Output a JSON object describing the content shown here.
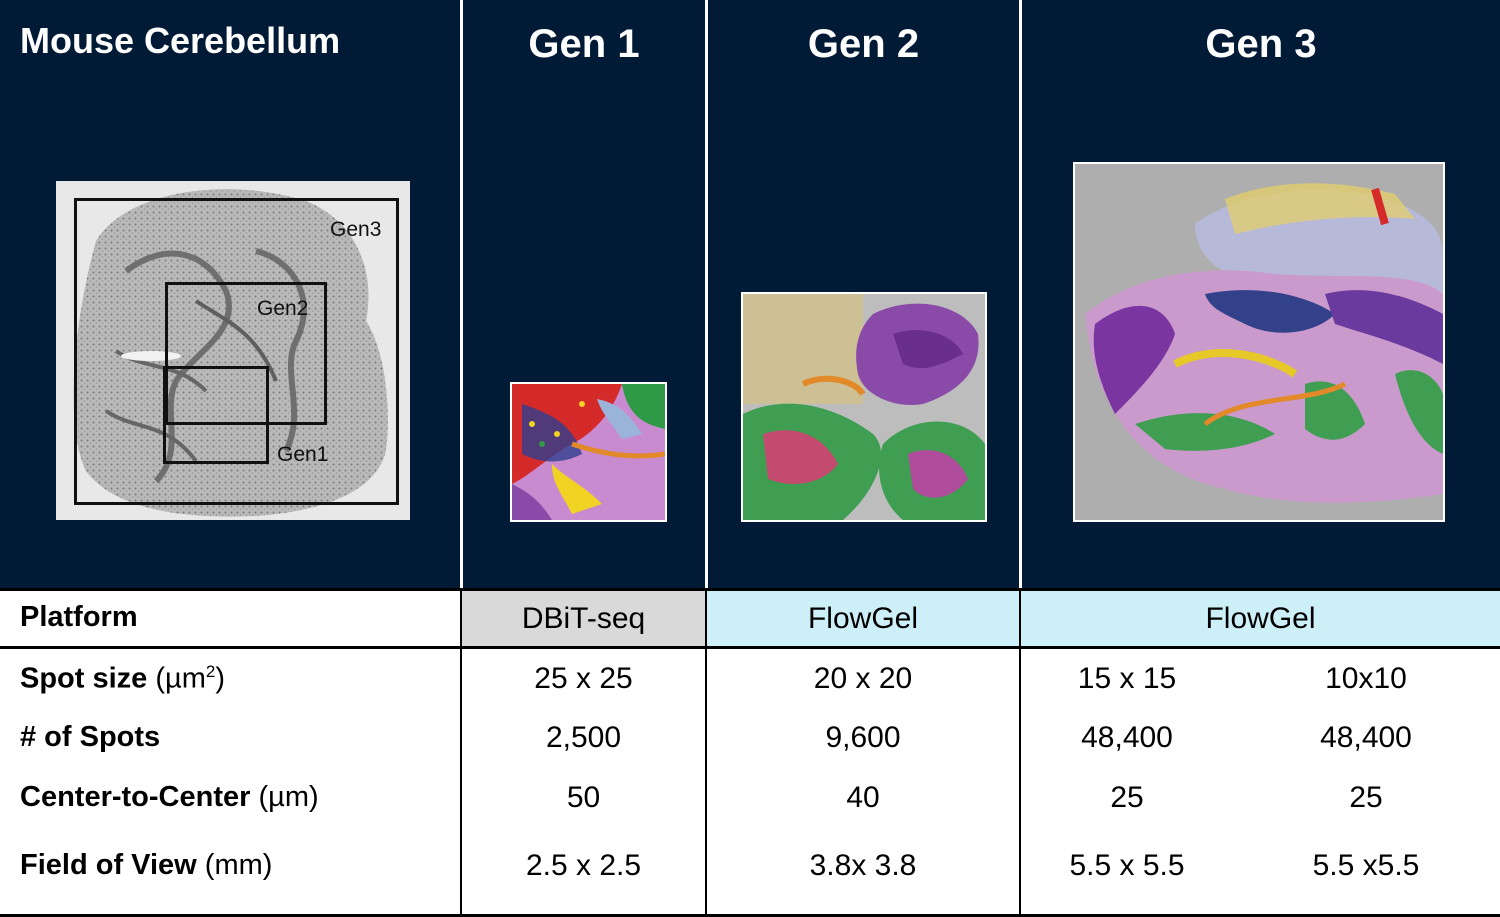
{
  "header": {
    "title": "Mouse Cerebellum",
    "gen1": "Gen 1",
    "gen2": "Gen 2",
    "gen3": "Gen 3"
  },
  "overview_boxes": {
    "gen3": "Gen3",
    "gen2": "Gen2",
    "gen1": "Gen1"
  },
  "platform": {
    "label": "Platform",
    "gen1": "DBiT-seq",
    "gen2": "FlowGel",
    "gen3": "FlowGel"
  },
  "rows": {
    "spot_size": {
      "label_bold": "Spot size",
      "label_unit": "(µm",
      "label_sup": "2",
      "label_close": ")",
      "gen1": "25 x 25",
      "gen2": "20 x 20",
      "gen3a": "15 x 15",
      "gen3b": "10x10"
    },
    "num_spots": {
      "label_bold": "# of Spots",
      "gen1": "2,500",
      "gen2": "9,600",
      "gen3a": "48,400",
      "gen3b": "48,400"
    },
    "center": {
      "label_bold": "Center-to-Center",
      "label_unit": "(µm)",
      "gen1": "50",
      "gen2": "40",
      "gen3a": "25",
      "gen3b": "25"
    },
    "fov": {
      "label_bold": "Field of View",
      "label_unit": "(mm)",
      "gen1": "2.5 x 2.5",
      "gen2": "3.8x 3.8",
      "gen3a": "5.5 x 5.5",
      "gen3b": "5.5 x5.5"
    }
  },
  "colors": {
    "header_bg": "#011a36",
    "gen1_platform_bg": "#d9d9d9",
    "flowgel_bg": "#cdf0f8"
  }
}
